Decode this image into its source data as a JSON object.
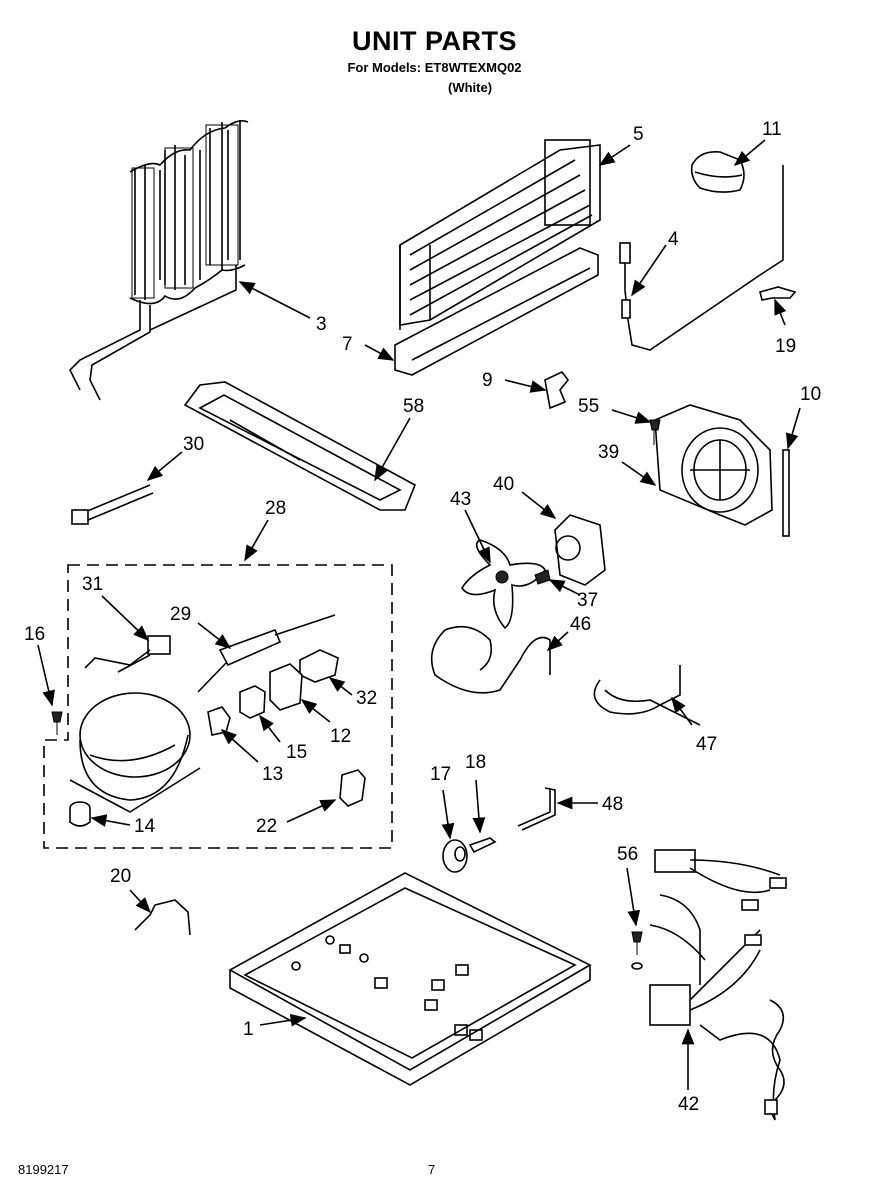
{
  "header": {
    "title": "UNIT PARTS",
    "models": "For Models: ET8WTEXMQ02",
    "color": "(White)"
  },
  "footer": {
    "doc_number": "8199217",
    "page": "7"
  },
  "callouts": [
    "5",
    "11",
    "4",
    "3",
    "7",
    "19",
    "9",
    "58",
    "55",
    "10",
    "30",
    "39",
    "40",
    "28",
    "43",
    "37",
    "31",
    "29",
    "46",
    "16",
    "32",
    "12",
    "15",
    "13",
    "47",
    "14",
    "22",
    "17",
    "18",
    "48",
    "56",
    "20",
    "1",
    "42"
  ]
}
